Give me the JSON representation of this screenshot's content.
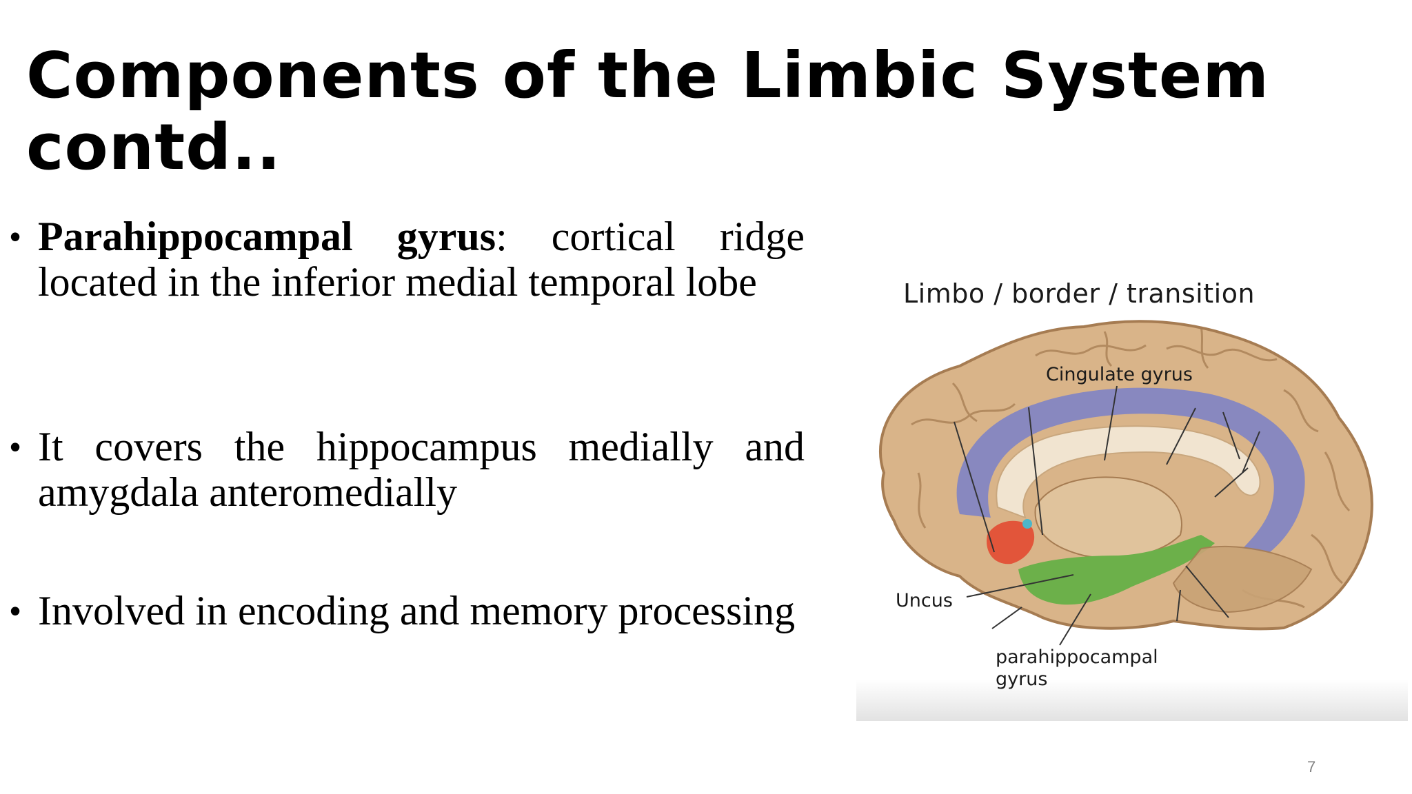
{
  "slide": {
    "title": "Components of the Limbic System contd..",
    "page_number": "7"
  },
  "bullets": [
    {
      "term": "Parahippocampal gyrus",
      "text": ": cortical ridge located in the inferior medial temporal lobe"
    },
    {
      "text": "It covers the hippocampus medially and amygdala anteromedially"
    },
    {
      "text": "Involved in encoding and memory processing"
    }
  ],
  "figure": {
    "caption": "Limbo / border / transition",
    "labels": {
      "cingulate": "Cingulate gyrus",
      "uncus": "Uncus",
      "parahippocampal": "parahippocampal\ngyrus"
    },
    "colors": {
      "cortex": "#d9b489",
      "cortex_dark": "#a67c52",
      "cingulate": "#8888bf",
      "parahippocampal": "#6cb04a",
      "uncus": "#e2553a",
      "corpus_callosum": "#f1e4d0"
    }
  }
}
